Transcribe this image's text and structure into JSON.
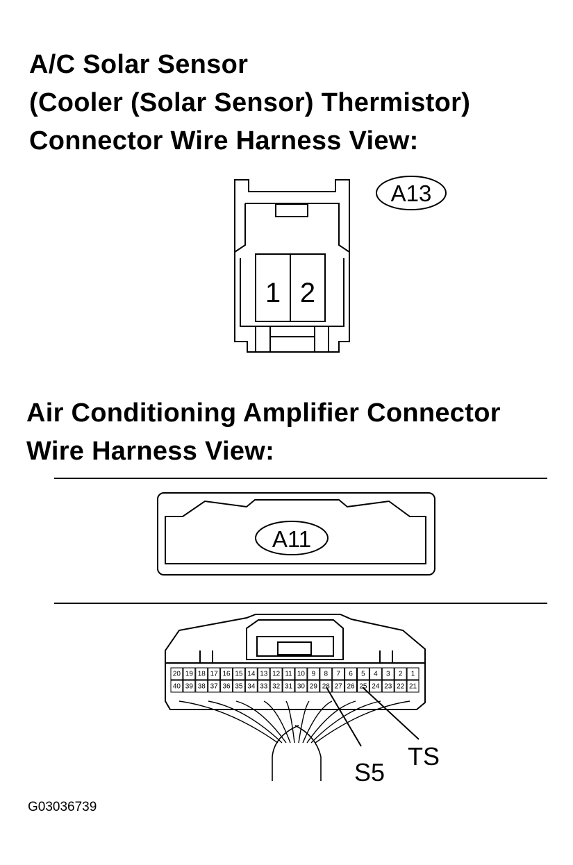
{
  "solar_sensor": {
    "title_lines": [
      "A/C Solar Sensor",
      "(Cooler (Solar Sensor) Thermistor)",
      "Connector Wire Harness View:"
    ],
    "connector_label": "A13",
    "pins": [
      "1",
      "2"
    ]
  },
  "amplifier": {
    "title_lines": [
      "Air Conditioning Amplifier Connector",
      "Wire Harness View:"
    ],
    "connector_label": "A11",
    "pin_rows": [
      [
        "20",
        "19",
        "18",
        "17",
        "16",
        "15",
        "14",
        "13",
        "12",
        "11",
        "10",
        "9",
        "8",
        "7",
        "6",
        "5",
        "4",
        "3",
        "2",
        "1"
      ],
      [
        "40",
        "39",
        "38",
        "37",
        "36",
        "35",
        "34",
        "33",
        "32",
        "31",
        "30",
        "29",
        "28",
        "27",
        "26",
        "25",
        "24",
        "23",
        "22",
        "21"
      ]
    ],
    "callouts": [
      {
        "label": "S5",
        "pin": "28"
      },
      {
        "label": "TS",
        "pin": "25"
      }
    ]
  },
  "figure_id": "G03036739"
}
